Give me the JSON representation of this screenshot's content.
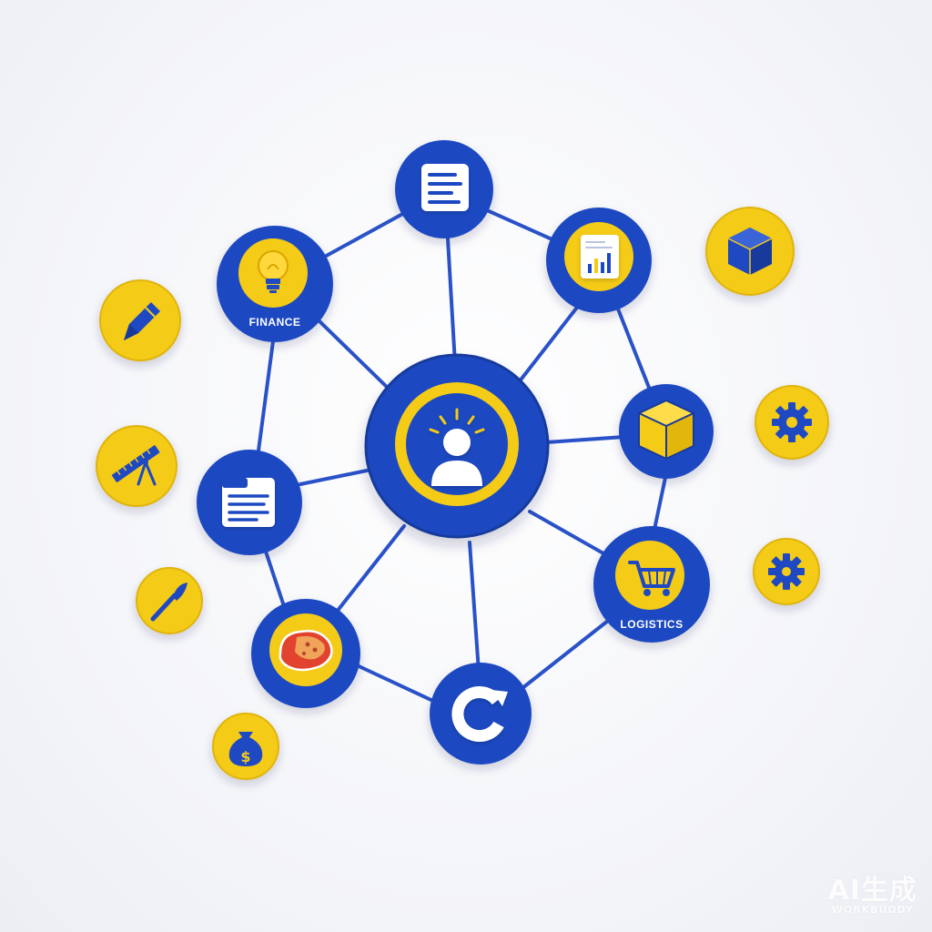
{
  "labels": {
    "finance": "FINANCE",
    "logistics": "LOGISTICS"
  },
  "brand": {
    "main": "AI生成",
    "sub": "WORKBUDDY"
  },
  "colors": {
    "blue": "#1f49c2",
    "blue_dark": "#173a9c",
    "yellow": "#f4cb17",
    "yellow_dark": "#d9ad06",
    "line": "#2a52c8",
    "white": "#ffffff"
  },
  "icons": {
    "center": "person-bulb-icon",
    "top": "document-icon",
    "finance": "lightbulb-icon",
    "chart": "chart-report-icon",
    "cube": "cube-icon",
    "logistics": "shopping-cart-icon",
    "refresh": "refresh-icon",
    "food": "food-steak-icon",
    "form": "form-document-icon",
    "outer_left": [
      "pencil-icon",
      "ruler-compass-icon",
      "paintbrush-icon",
      "money-bag-icon"
    ],
    "outer_right": [
      "cube-icon",
      "gear-icon",
      "gear-icon"
    ]
  }
}
